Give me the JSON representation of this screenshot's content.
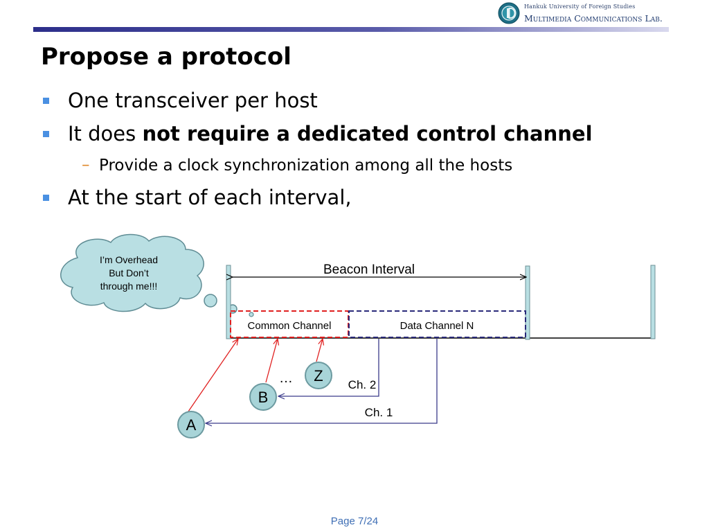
{
  "header": {
    "university": "Hankuk University of Foreign Studies",
    "lab": "Multimedia Communications Lab."
  },
  "slide": {
    "title": "Propose a protocol",
    "bullets": [
      {
        "text": "One transceiver per host"
      },
      {
        "prefix": "It does ",
        "bold": "not require a dedicated control channel"
      },
      {
        "text": "At the start of each interval,"
      }
    ],
    "sub_bullets": [
      {
        "text": "Provide a clock synchronization among all the hosts"
      }
    ]
  },
  "diagram": {
    "thought_bubble": [
      "I’m Overhead",
      "But Don’t",
      "through me!!!"
    ],
    "beacon_label": "Beacon Interval",
    "common_channel": "Common Channel",
    "data_channel": "Data Channel N",
    "ch2": "Ch. 2",
    "ch1": "Ch. 1",
    "ellipsis": "…",
    "nodes": {
      "a": "A",
      "b": "B",
      "z": "Z"
    }
  },
  "footer": {
    "page": "Page 7/24"
  },
  "colors": {
    "accent_blue": "#4a90e2",
    "dash_orange": "#e08a2c",
    "header_bar": "#2c2e8a",
    "red_arrow": "#e02020",
    "navy_arrow": "#3a3a8a",
    "node_fill": "#a8d4d8",
    "bubble_fill": "#b9dfe3"
  }
}
